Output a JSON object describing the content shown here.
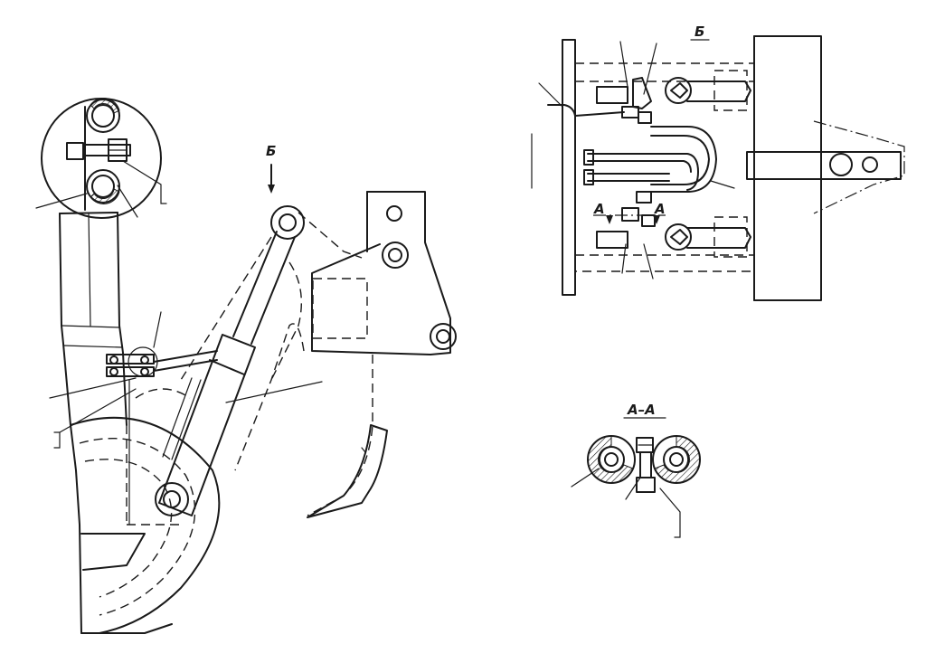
{
  "view_labels": {
    "view_b_arrow": "Б",
    "view_b_title": "Б",
    "section_aa_title": "А–А",
    "cut_left": "А",
    "cut_right": "А"
  },
  "colors": {
    "ink": "#1a1a1a",
    "paper": "#ffffff"
  }
}
